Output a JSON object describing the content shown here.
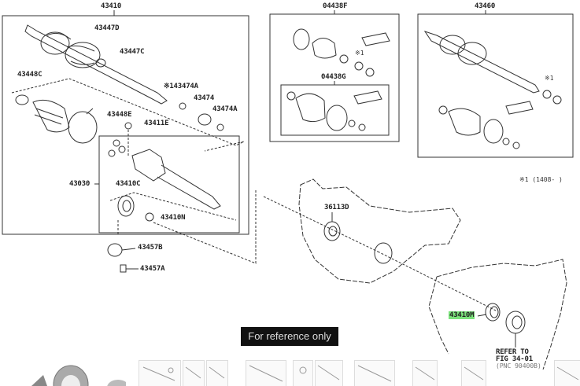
{
  "diagram": {
    "labels": [
      "43410",
      "43447D",
      "43447C",
      "43448C",
      "※143474A",
      "43474",
      "43474A",
      "43448E",
      "43411E",
      "43030",
      "43410C",
      "43410N",
      "43457B",
      "43457A",
      "04438F",
      "04438G",
      "※1",
      "43460",
      "※1",
      "36113D",
      "43410M"
    ],
    "note": "※1 (1408-     )",
    "refer": [
      "REFER TO",
      "FIG 34-01",
      "(PNC 90400B)"
    ],
    "highlighted_part": "43410M",
    "highlight_color": "#7be37b"
  },
  "overlay": {
    "text": "For reference only"
  },
  "thumbnails": {
    "count": 10
  }
}
